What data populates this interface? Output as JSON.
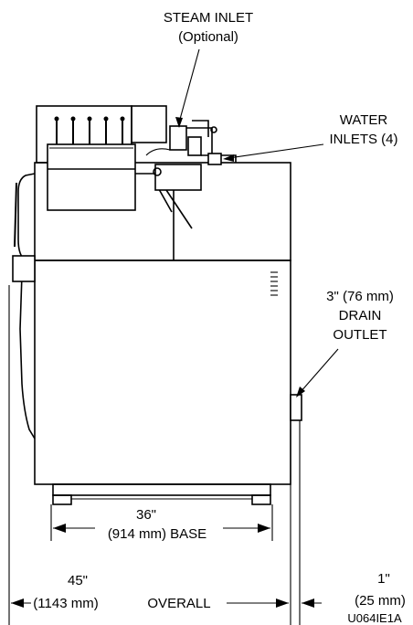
{
  "labels": {
    "steam_inlet": "STEAM INLET",
    "steam_optional": "(Optional)",
    "water_inlets_1": "WATER",
    "water_inlets_2": "INLETS (4)",
    "drain_1": "3\" (76 mm)",
    "drain_2": "DRAIN",
    "drain_3": "OUTLET"
  },
  "dimensions": {
    "base_inch": "36\"",
    "base_mm": "(914 mm) BASE",
    "overall_inch": "45\"",
    "overall_mm_a": "(1143 mm)",
    "overall_word": "OVERALL",
    "clearance_inch": "1\"",
    "clearance_mm": "(25 mm)"
  },
  "figure_id": "U064IE1A"
}
